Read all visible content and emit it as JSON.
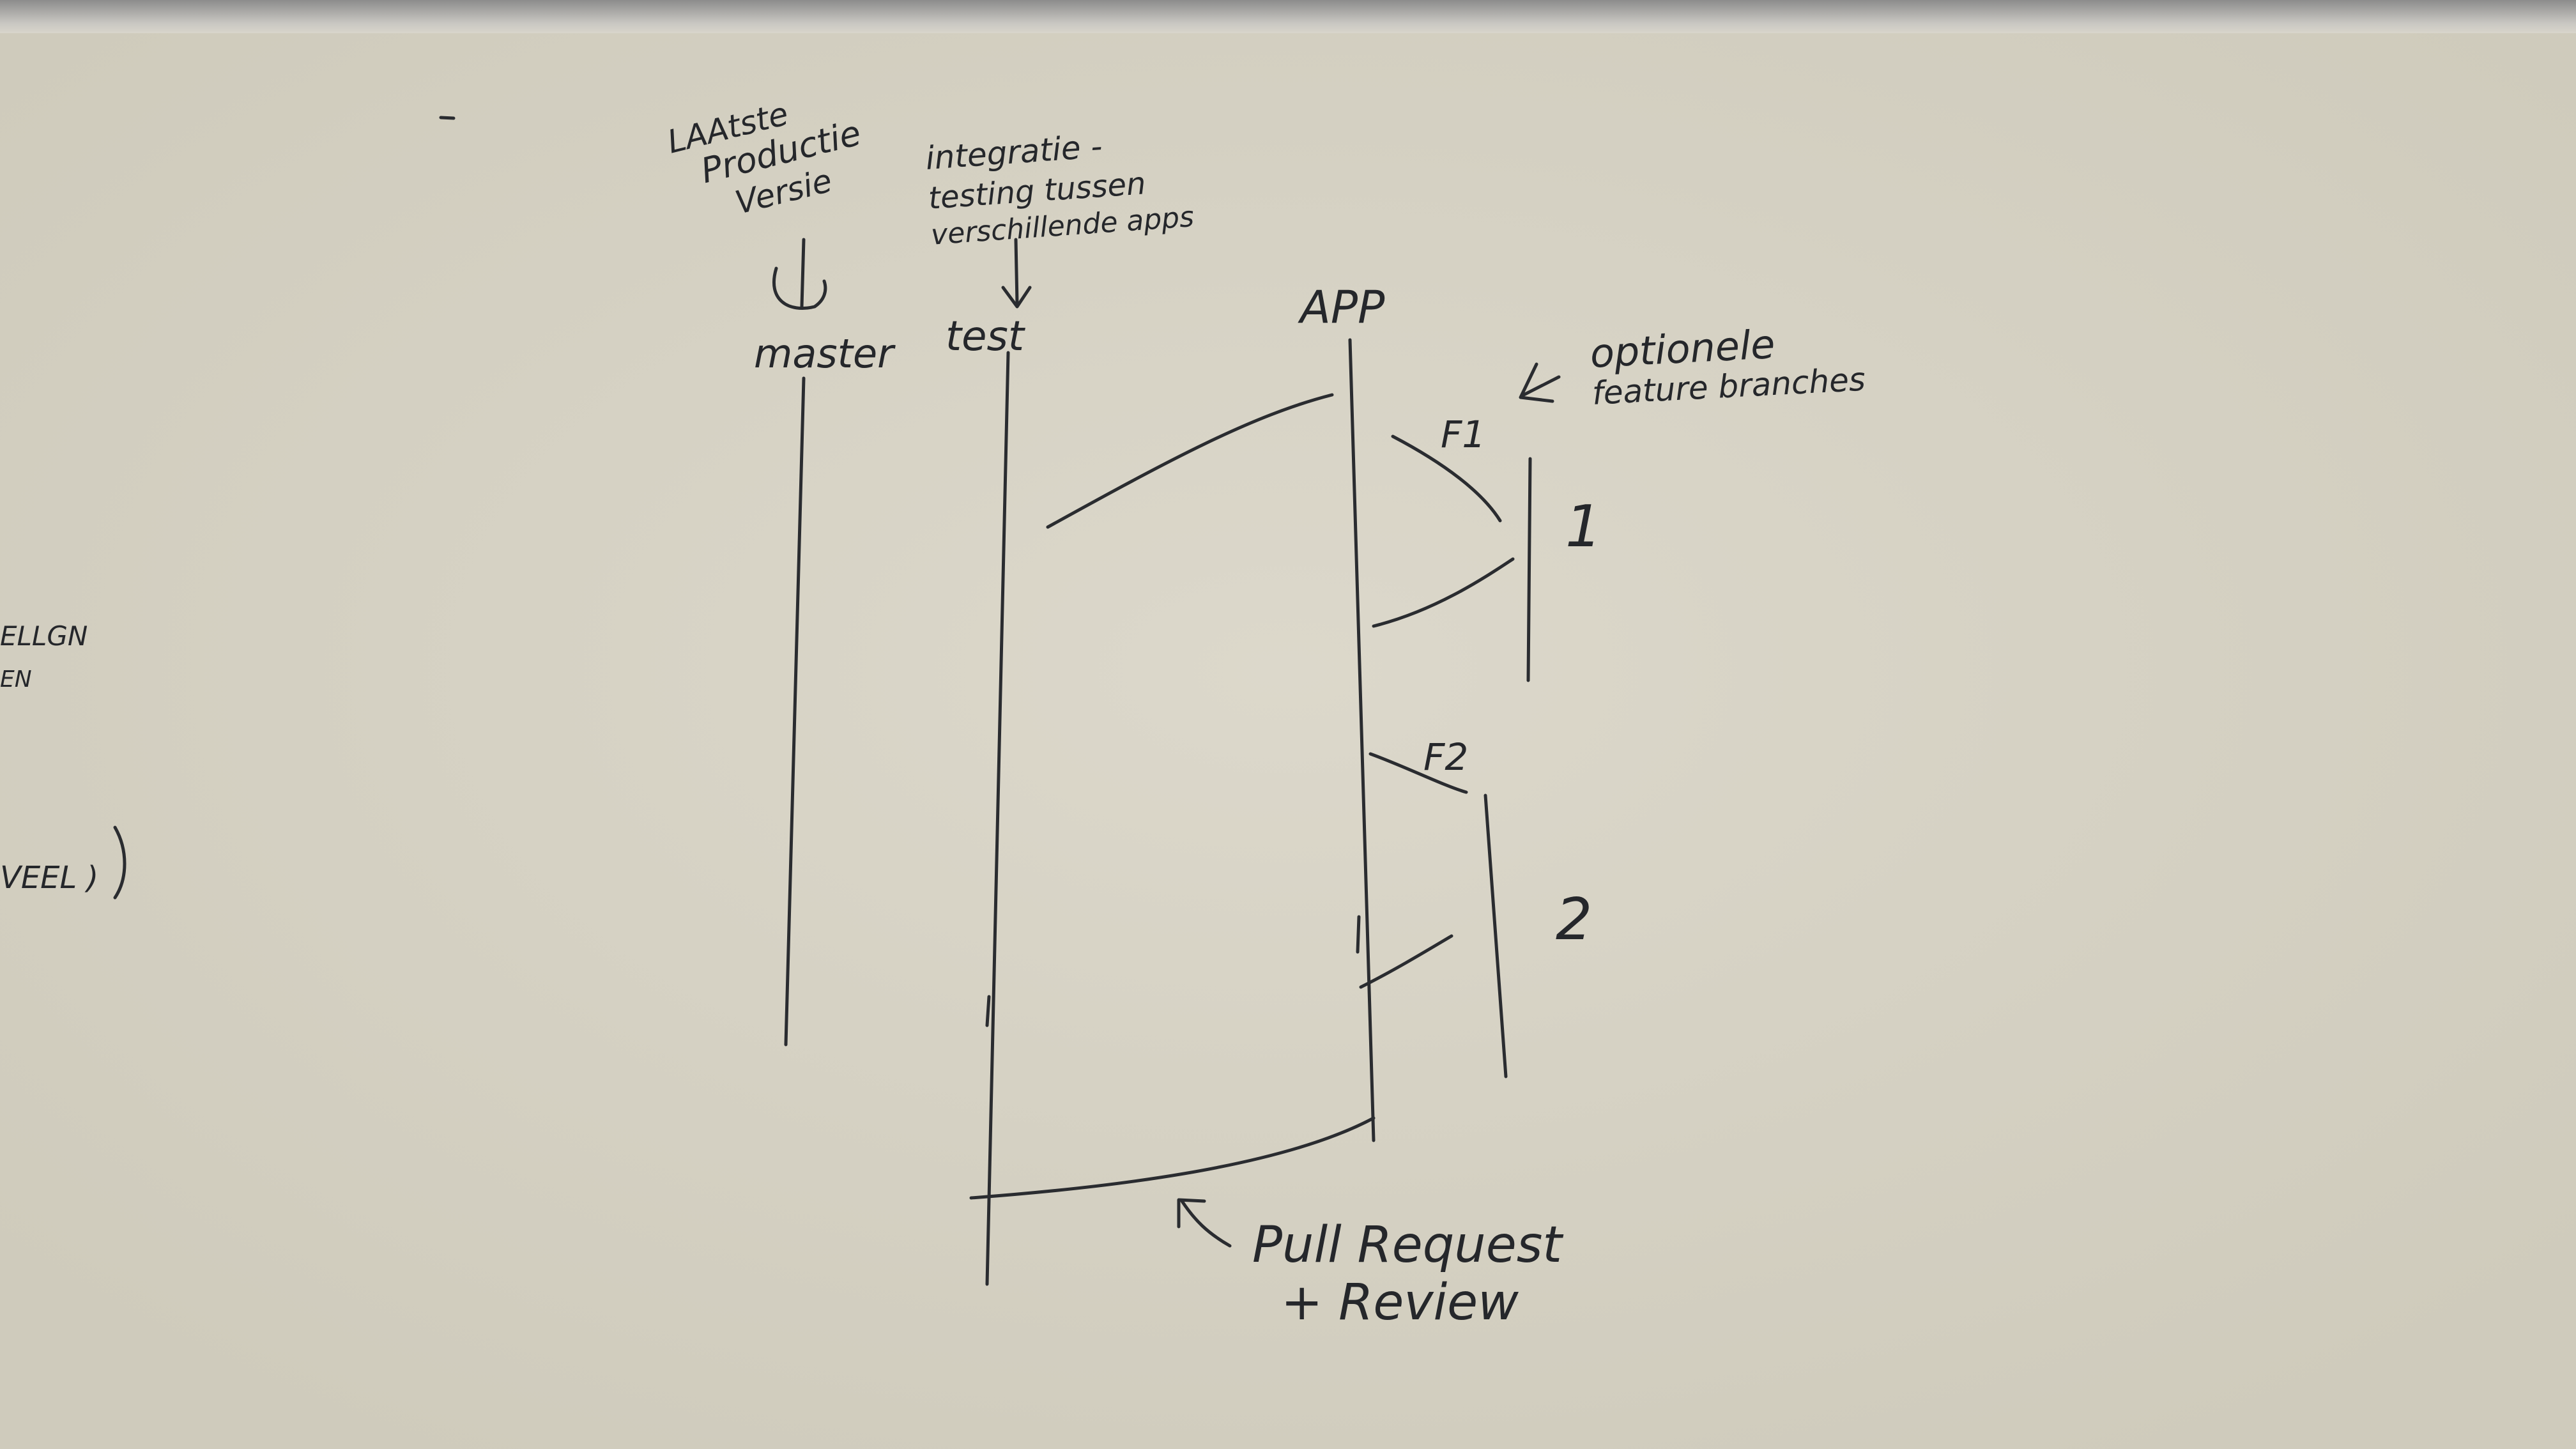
{
  "whiteboard": {
    "top_note_left": [
      "LAAtste",
      "Productie",
      "Versie"
    ],
    "top_note_right": [
      "integratie -",
      "testing tussen",
      "verschillende apps"
    ],
    "branch_labels": {
      "master": "master",
      "test": "test",
      "app": "APP"
    },
    "feature_note": [
      "optionele",
      "feature branches"
    ],
    "feature_labels": {
      "f1": "F1",
      "f2": "F2"
    },
    "feature_numbers": {
      "one": "1",
      "two": "2"
    },
    "pull_request_note": [
      "Pull Request",
      "+ Review"
    ],
    "edge_fragments": [
      "ELLGN",
      "EN",
      "VEEL )"
    ]
  }
}
